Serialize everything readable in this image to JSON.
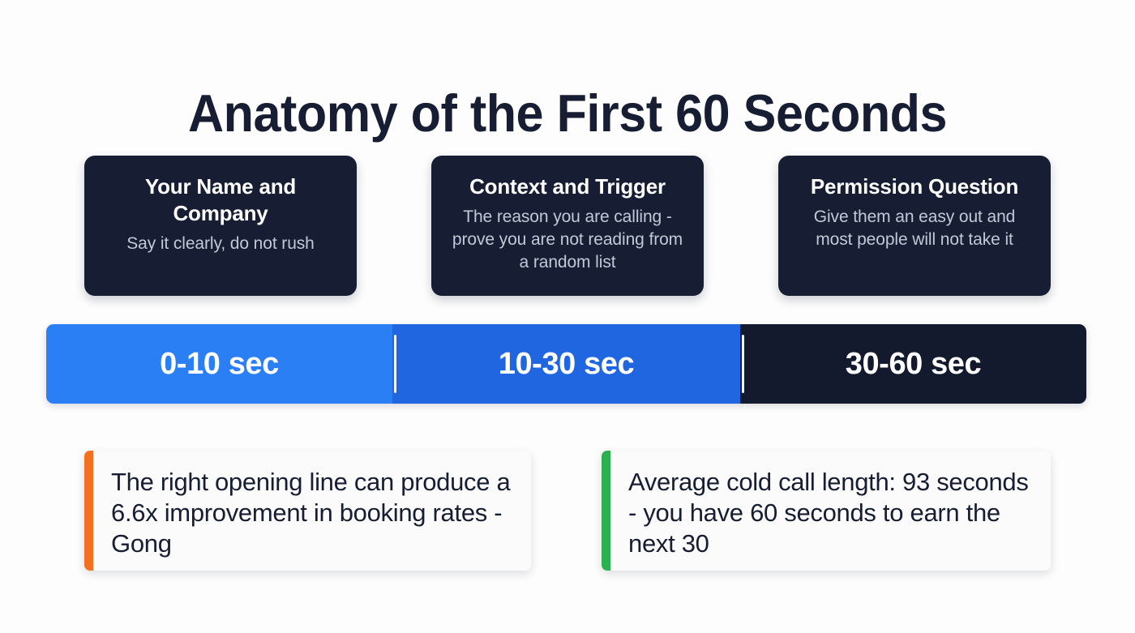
{
  "page": {
    "title": "Anatomy of the First 60 Seconds",
    "background_color": "#fdfdfd",
    "text_color": "#171e33"
  },
  "stages": [
    {
      "title": "Your Name and Company",
      "description": "Say it clearly, do not rush",
      "card_color": "#171e33",
      "title_color": "#ffffff",
      "description_color": "#c2c8d6"
    },
    {
      "title": "Context and Trigger",
      "description": "The reason you are calling - prove you are not reading from a random list",
      "card_color": "#171e33",
      "title_color": "#ffffff",
      "description_color": "#c2c8d6"
    },
    {
      "title": "Permission Question",
      "description": "Give them an easy out and most people will not take it",
      "card_color": "#171e33",
      "title_color": "#ffffff",
      "description_color": "#c2c8d6"
    }
  ],
  "timeline": {
    "segments": [
      {
        "label": "0-10 sec",
        "color": "#2b7ff5"
      },
      {
        "label": "10-30 sec",
        "color": "#1f66e0"
      },
      {
        "label": "30-60 sec",
        "color": "#131a2e"
      }
    ]
  },
  "stats": [
    {
      "text": "The right opening line can produce a 6.6x improvement in booking rates - Gong",
      "accent_color": "#f4701f"
    },
    {
      "text": "Average cold call length: 93 seconds - you have 60 seconds to earn the next 30",
      "accent_color": "#2bb14f"
    }
  ]
}
